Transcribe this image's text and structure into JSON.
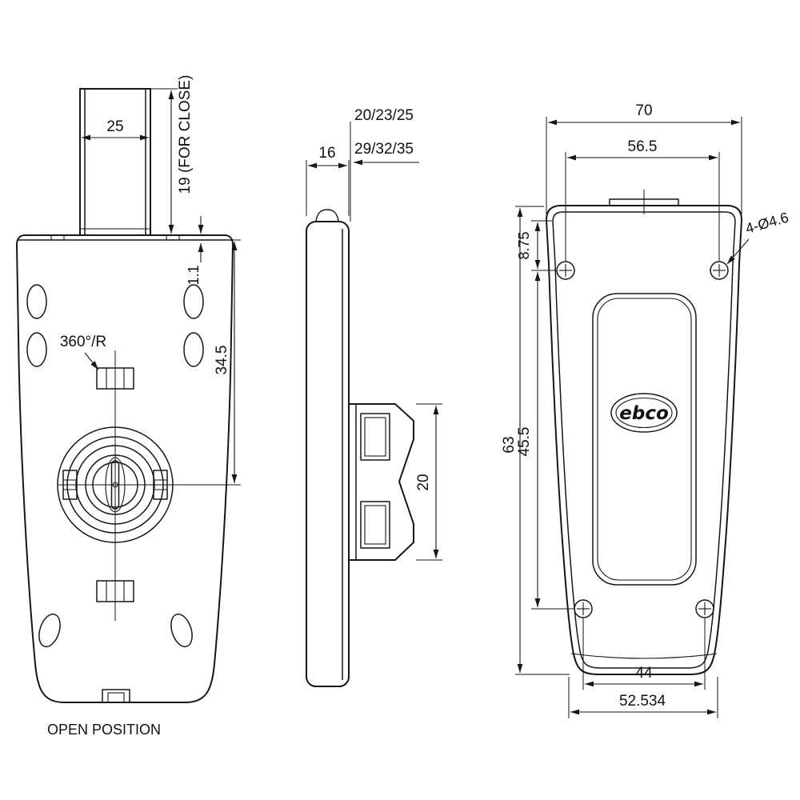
{
  "drawing": {
    "background": "#ffffff",
    "line_color": "#161616",
    "views": {
      "front": {
        "caption": "OPEN POSITION",
        "dim_cam_width": "25",
        "dim_cam_throw": "19 (FOR CLOSE)",
        "dim_flange_thickness": "1.1",
        "dim_center_height": "34.5",
        "label_rotation": "360°/R"
      },
      "side": {
        "dim_body_depth": "16",
        "dim_grip_options_line1": "20/23/25",
        "dim_grip_options_line2": "29/32/35",
        "dim_clip_span": "20"
      },
      "face": {
        "logo": "ebco",
        "dim_overall_width": "70",
        "dim_top_hole_span": "56.5",
        "dim_top_hole_offset": "8.75",
        "dim_hole_callout": "4-Ø4.6",
        "dim_overall_height": "63",
        "dim_hole_vertical_span": "45.5",
        "dim_bottom_hole_span": "44",
        "dim_bottom_width": "52.534"
      }
    }
  }
}
